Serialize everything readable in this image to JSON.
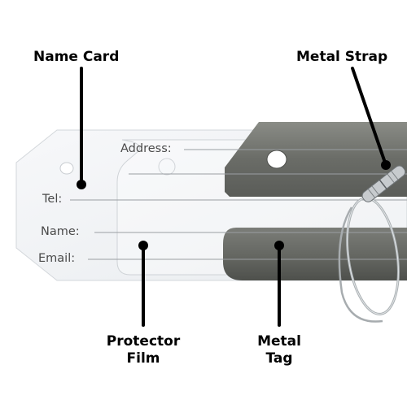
{
  "callouts": {
    "name_card": "Name Card",
    "metal_strap": "Metal Strap",
    "protector_film_line1": "Protector",
    "protector_film_line2": "Film",
    "metal_tag_line1": "Metal",
    "metal_tag_line2": "Tag"
  },
  "card_fields": {
    "address": "Address:",
    "tel": "Tel:",
    "name": "Name:",
    "email": "Email:"
  },
  "colors": {
    "metal": "#6f716b",
    "card": "#f4f6f8",
    "label": "#000000"
  }
}
